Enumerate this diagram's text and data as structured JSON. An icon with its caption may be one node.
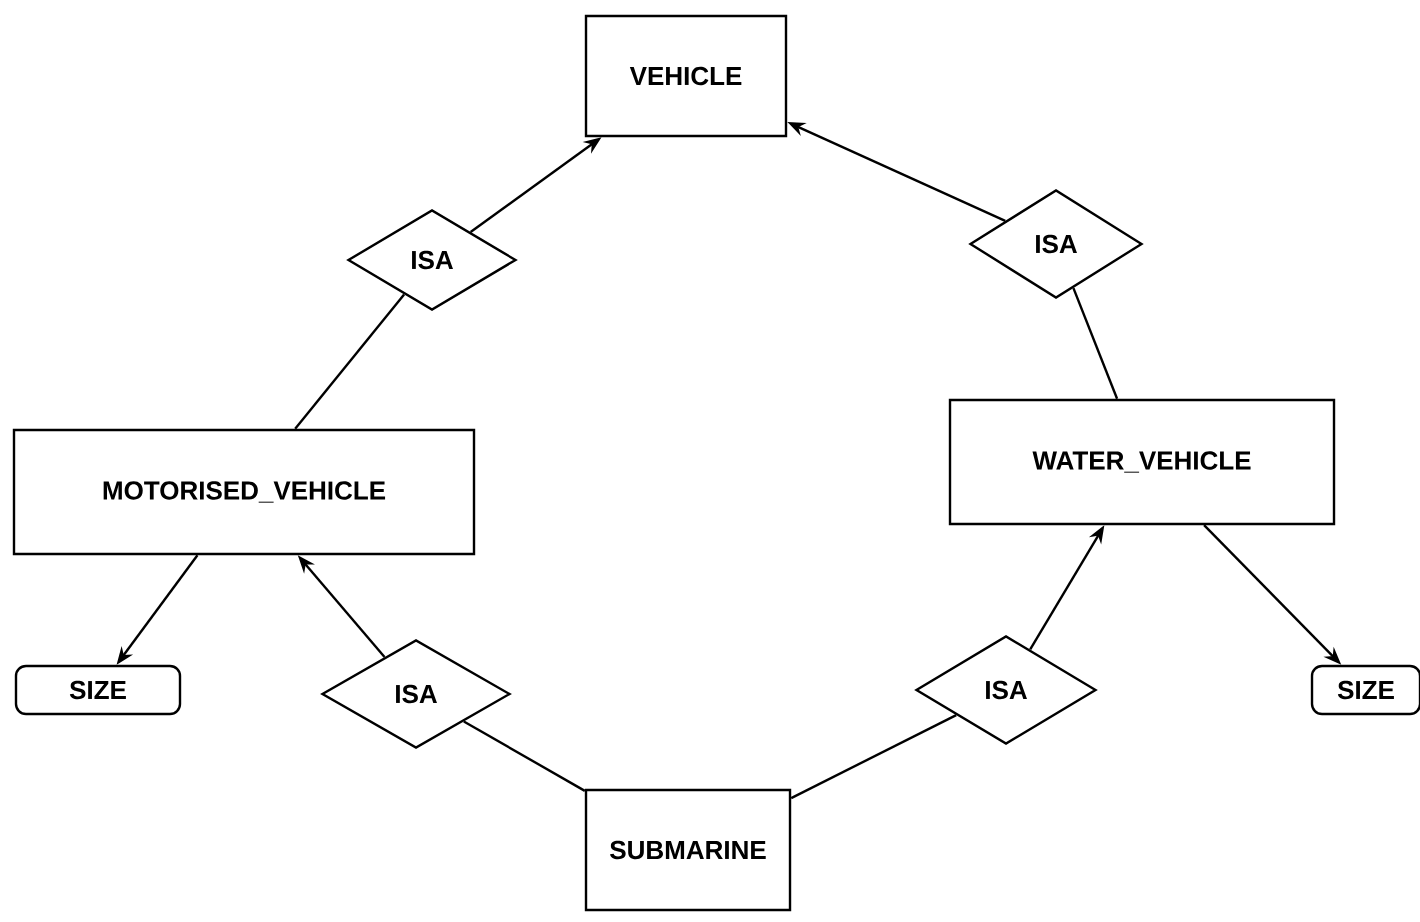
{
  "diagram": {
    "nodes": [
      {
        "text": [
          "VEHICLE"
        ]
      },
      {
        "text": [
          "ISA"
        ]
      },
      {
        "text": [
          "ISA"
        ]
      },
      {
        "text": [
          "MOTORISED_VEHICLE"
        ]
      },
      {
        "text": [
          "WATER_VEHICLE"
        ]
      },
      {
        "text": [
          "SIZE"
        ]
      },
      {
        "text": [
          "ISA"
        ]
      },
      {
        "text": [
          "ISA"
        ]
      },
      {
        "text": [
          "SIZE"
        ]
      },
      {
        "text": [
          "SUBMARINE"
        ]
      }
    ],
    "edges": [
      {
        "from": 1,
        "to": 0,
        "arrow": "to"
      },
      {
        "from": 3,
        "to": 1,
        "arrow": "none"
      },
      {
        "from": 2,
        "to": 0,
        "arrow": "to"
      },
      {
        "from": 4,
        "to": 2,
        "arrow": "none"
      },
      {
        "from": 3,
        "to": 5,
        "arrow": "to"
      },
      {
        "from": 4,
        "to": 8,
        "arrow": "to"
      },
      {
        "from": 6,
        "to": 3,
        "arrow": "to"
      },
      {
        "from": 9,
        "to": 6,
        "arrow": "none"
      },
      {
        "from": 7,
        "to": 4,
        "arrow": "to"
      },
      {
        "from": 9,
        "to": 7,
        "arrow": "none"
      }
    ]
  }
}
